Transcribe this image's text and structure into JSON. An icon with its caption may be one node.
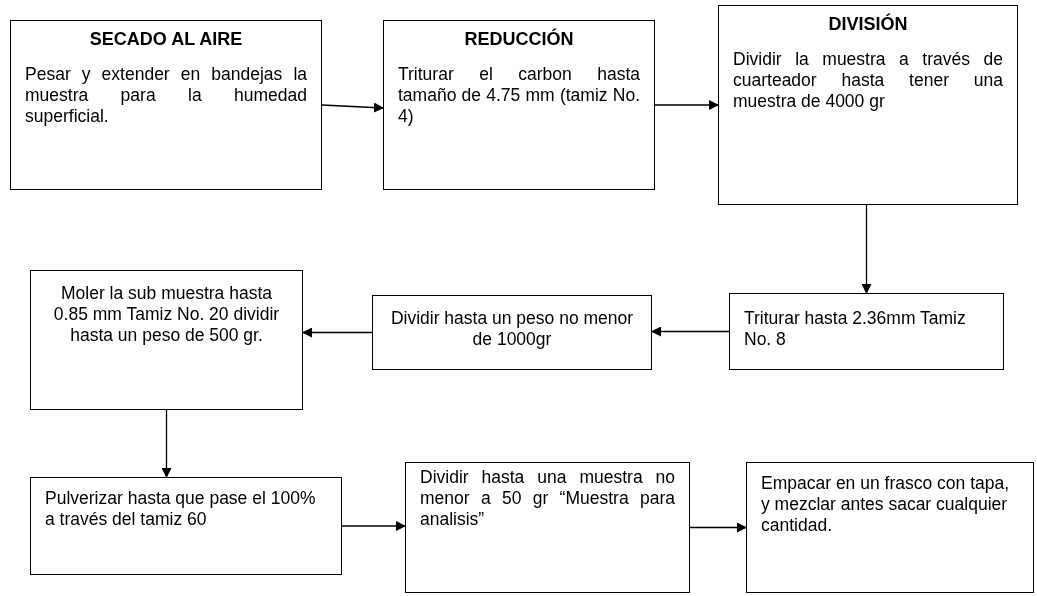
{
  "diagram": {
    "nodes": [
      {
        "text": [
          "SECADO AL AIRE",
          "Pesar y extender en bandejas la muestra para la humedad superficial."
        ]
      },
      {
        "text": [
          "REDUCCIÓN",
          "Triturar el carbon hasta tamaño de 4.75 mm (tamiz No. 4)"
        ]
      },
      {
        "text": [
          "DIVISIÓN",
          "Dividir la muestra a través de cuarteador hasta tener una muestra de 4000 gr"
        ]
      },
      {
        "text": [
          "Triturar hasta 2.36mm Tamiz No. 8"
        ]
      },
      {
        "text": [
          "Dividir hasta un peso no menor de 1000gr"
        ]
      },
      {
        "text": [
          "Moler la sub muestra hasta 0.85 mm Tamiz No. 20 dividir hasta un peso de 500 gr."
        ]
      },
      {
        "text": [
          "Pulverizar hasta que pase el 100% a través del tamiz 60"
        ]
      },
      {
        "text": [
          "Dividir hasta una muestra no menor a 50 gr “Muestra para analisis”"
        ]
      },
      {
        "text": [
          "Empacar en un frasco con tapa, y mezclar antes sacar cualquier cantidad."
        ]
      }
    ],
    "edges": [
      {
        "from": 0,
        "to": 1,
        "arrow": "to"
      },
      {
        "from": 1,
        "to": 2,
        "arrow": "to"
      },
      {
        "from": 2,
        "to": 3,
        "arrow": "to"
      },
      {
        "from": 3,
        "to": 4,
        "arrow": "to"
      },
      {
        "from": 4,
        "to": 5,
        "arrow": "to"
      },
      {
        "from": 5,
        "to": 6,
        "arrow": "to"
      },
      {
        "from": 6,
        "to": 7,
        "arrow": "to"
      },
      {
        "from": 7,
        "to": 8,
        "arrow": "to"
      }
    ]
  }
}
